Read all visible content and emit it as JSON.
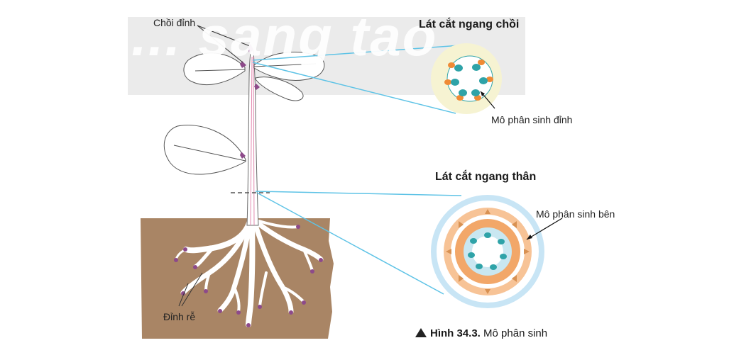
{
  "watermark": {
    "text": "... sang tao",
    "color": "#e6e6e6"
  },
  "labels": {
    "choi_dinh": "Chồi đỉnh",
    "dinh_re": "Đỉnh rễ",
    "shoot_section_title": "Lát cắt ngang chồi",
    "apical_meristem": "Mô phân sinh đỉnh",
    "stem_section_title": "Lát cắt ngang thân",
    "lateral_meristem": "Mô phân sinh bên"
  },
  "caption": {
    "figure_number": "Hình 34.3.",
    "text": "Mô phân sinh"
  },
  "colors": {
    "soil": "#a88363",
    "connector": "#5ec3e6",
    "meristem": "#8d4a8a",
    "vascular_teal": "#2fa3a8",
    "vascular_orange": "#ef8a35",
    "cortex_orange": "#f3b98a",
    "epidermis_blue": "#b9dcf0",
    "pith_blue": "#c9e7f1",
    "shoot_fill": "#f6f3d2"
  }
}
